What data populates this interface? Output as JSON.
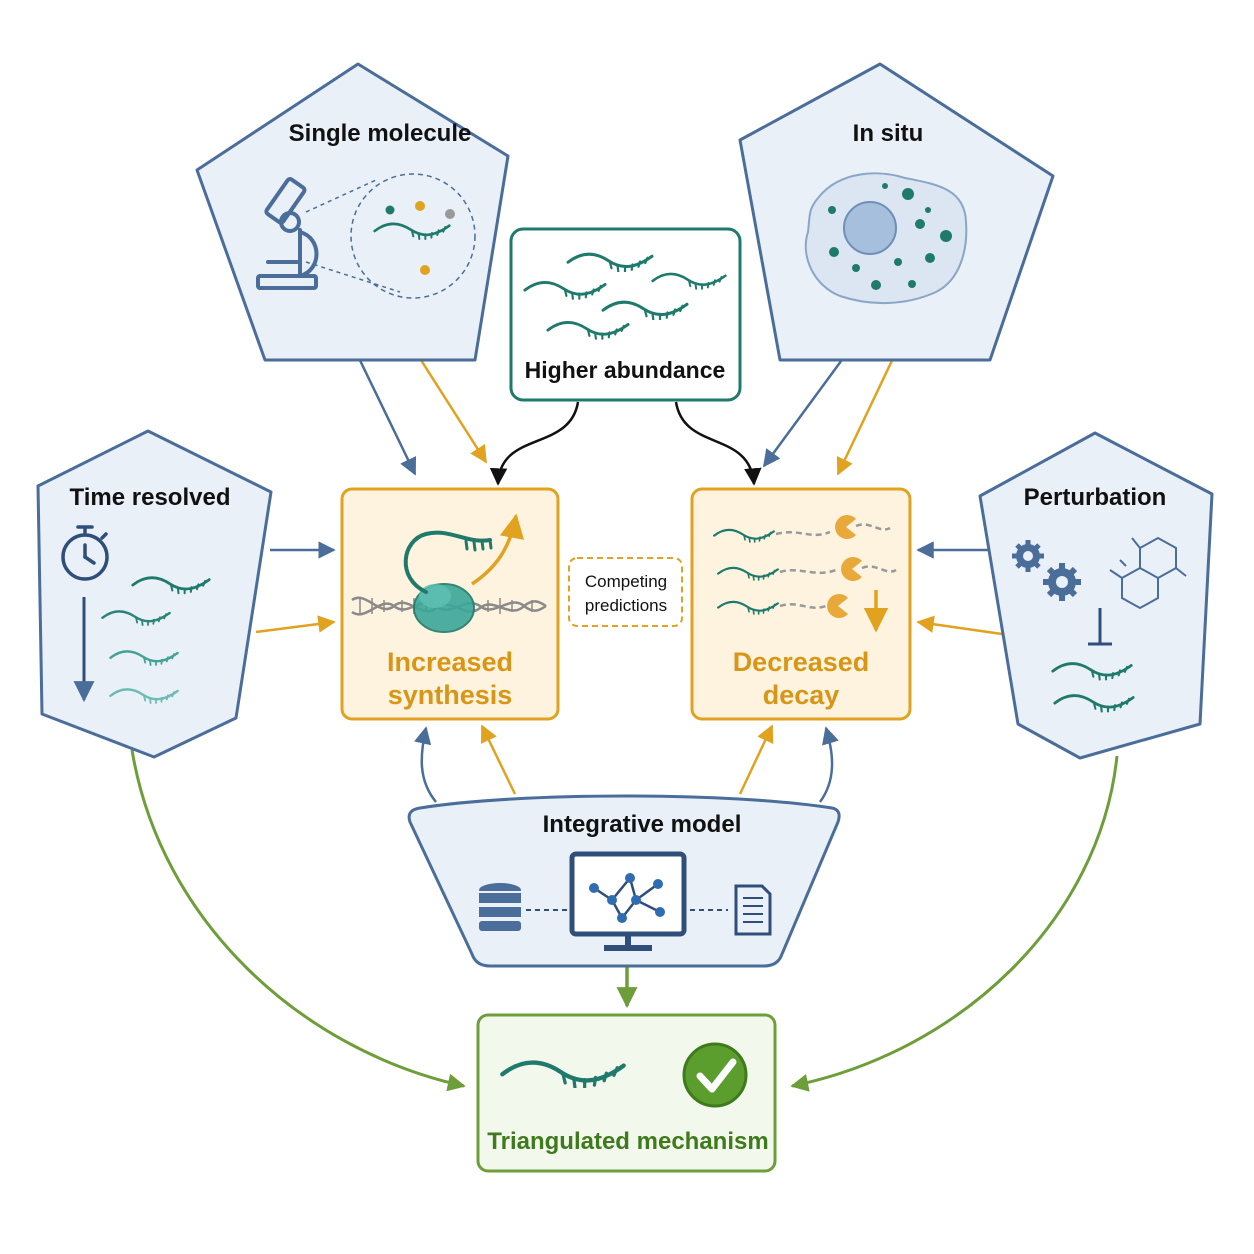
{
  "nodes": {
    "single_molecule": "Single molecule",
    "in_situ": "In situ",
    "higher_abundance": "Higher abundance",
    "time_resolved": "Time resolved",
    "perturbation": "Perturbation",
    "increased_synthesis": [
      "Increased",
      "synthesis"
    ],
    "decreased_decay": [
      "Decreased",
      "decay"
    ],
    "competing_predictions": [
      "Competing",
      "predictions"
    ],
    "integrative_model": "Integrative model",
    "triangulated_mechanism": "Triangulated mechanism"
  },
  "colors": {
    "blue": "#4a6d99",
    "orange": "#e0a21f",
    "teal": "#1f7a6c",
    "green": "#6e9e3a",
    "dark_green": "#3f7a1d",
    "hex_fill": "#eaf0f8",
    "box_fill": "#fdf3df"
  },
  "icons": [
    "microscope-icon",
    "cell-icon",
    "stopwatch-icon",
    "gears-icon",
    "molecule-icon",
    "database-icon",
    "monitor-network-icon",
    "document-icon",
    "checkmark-icon",
    "pacman-enzyme-icon"
  ]
}
